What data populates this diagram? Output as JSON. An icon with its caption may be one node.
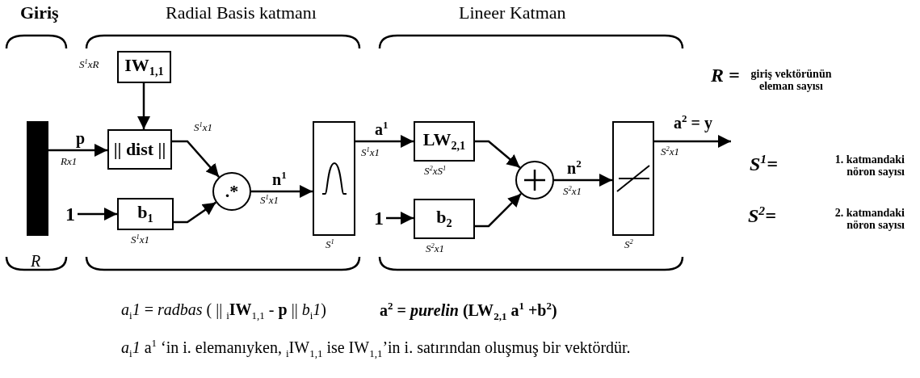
{
  "diagram": {
    "nodes": [
      {
        "text": [],
        "shape": "bar"
      },
      {
        "text": [
          "IW$_{1,1}$"
        ],
        "beside": [
          "S$^{1}$xR"
        ]
      },
      {
        "text": [
          "|| dist ||"
        ]
      },
      {
        "text": [
          "1"
        ]
      },
      {
        "text": [
          "b$_{1}$"
        ],
        "beside": [
          "S$^{1}$x1"
        ]
      },
      {
        "text": [
          ".*"
        ]
      },
      {
        "text": [],
        "shape": "box",
        "beside": [
          "S$^{1}$"
        ]
      },
      {
        "text": [
          "LW$_{2,1}$"
        ],
        "beside": [
          "S$^{2}$xS$^{1}$"
        ]
      },
      {
        "text": [
          "1"
        ]
      },
      {
        "text": [
          "b$_{2}$"
        ],
        "beside": [
          "S$^{2}$x1"
        ]
      },
      {
        "text": [],
        "shape": "circle"
      },
      {
        "text": [],
        "shape": "box",
        "beside": [
          "S$^{2}$"
        ]
      }
    ],
    "edges": [
      {
        "from": 0,
        "to": 2,
        "arrow": "to",
        "label": "p"
      },
      {
        "from": 1,
        "to": 2,
        "arrow": "to"
      },
      {
        "from": 3,
        "to": 4,
        "arrow": "to"
      },
      {
        "from": 2,
        "to": 5,
        "arrow": "to"
      },
      {
        "from": 4,
        "to": 5,
        "arrow": "to"
      },
      {
        "from": 5,
        "to": 6,
        "arrow": "to",
        "label": "n$^{1}$"
      },
      {
        "from": 6,
        "to": 7,
        "arrow": "to",
        "label": "a$^{1}$"
      },
      {
        "from": 8,
        "to": 9,
        "arrow": "to"
      },
      {
        "from": 7,
        "to": 10,
        "arrow": "to"
      },
      {
        "from": 9,
        "to": 10,
        "arrow": "to"
      },
      {
        "from": 10,
        "to": 11,
        "arrow": "to",
        "label": "n$^{2}$"
      },
      {
        "from": 11,
        "to": null,
        "arrow": "to",
        "label": "a$^{2}$ = y"
      }
    ],
    "labels": [
      "Giriş",
      "Radial Basis katmanı",
      "Lineer Katman",
      "R =",
      "giriş vektörünün eleman sayısı",
      "Rx1",
      "S$^{1}$x1",
      "S$^{1}$x1",
      "S$^{1}$x1",
      "S$^{2}$x1",
      "S$^{2}$x1",
      "S$^{1}$=",
      "1. katmandaki nöron sayısı",
      "S$^{2}$=",
      "2. katmandaki nöron sayısı",
      "R",
      "*a*$_{i}$*1* = *radbas* ( || $_{i}$**IW**$_{1,1}$ - **p** || *b*$_{i}$*1*)",
      "**a**$^{2}$ = *purelin* (**LW**$_{2,1}$ **a**$^{1}$ +**b**$^{2}$)",
      "*a*$_{i}$*1*  a$^{1}$ ‘in i. elemanıyken, $_{i}$IW$_{1,1}$ ise IW$_{1,1}$’in i. satırından oluşmuş bir vektördür."
    ]
  }
}
